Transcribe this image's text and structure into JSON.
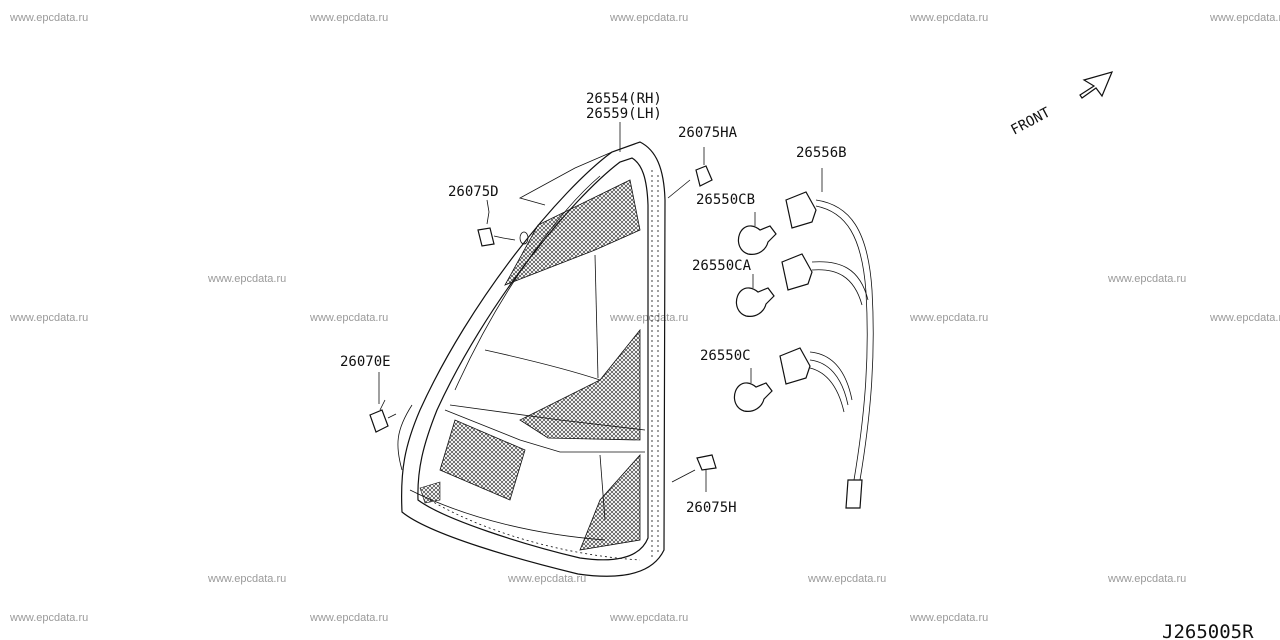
{
  "watermark_text": "www.epcdata.ru",
  "labels": {
    "lamp_rh": "26554(RH)",
    "lamp_lh": "26559(LH)",
    "nut_ha": "26075HA",
    "harness": "26556B",
    "screw_d": "26075D",
    "bulb_cb": "26550CB",
    "bulb_ca": "26550CA",
    "bulb_c": "26550C",
    "screw_e": "26070E",
    "nut_h": "26075H",
    "front": "FRONT",
    "diagram_id": "J265005R"
  }
}
